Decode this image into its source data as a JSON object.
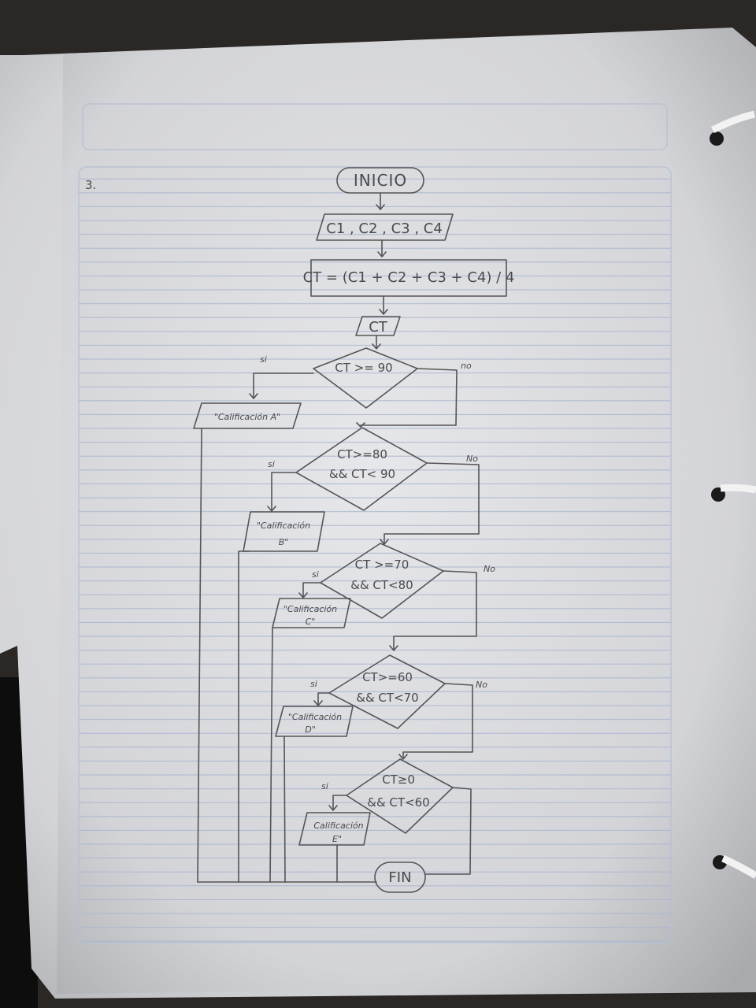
{
  "exercise_number": "3.",
  "start": "INICIO",
  "input": "C1 , C2 , C3 , C4",
  "process": "CT = (C1 + C2 + C3 + C4) / 4",
  "output": "CT",
  "decisions": [
    {
      "line1": "CT >= 90",
      "line2": "",
      "yes": "si",
      "no": "no",
      "result": "\"Calificación A\""
    },
    {
      "line1": "CT>=80",
      "line2": "&& CT< 90",
      "yes": "si",
      "no": "No",
      "result_line1": "\"Calificación",
      "result_line2": "B\""
    },
    {
      "line1": "CT >=70",
      "line2": "&& CT<80",
      "yes": "si",
      "no": "No",
      "result_line1": "\"Calificación",
      "result_line2": "C\""
    },
    {
      "line1": "CT>=60",
      "line2": "&& CT<70",
      "yes": "si",
      "no": "No",
      "result_line1": "\"Calificación",
      "result_line2": "D\""
    },
    {
      "line1": "CT≥0",
      "line2": "&& CT<60",
      "yes": "si",
      "result_line1": "Calificación",
      "result_line2": "E\""
    }
  ],
  "end": "FIN",
  "colors": {
    "paper": "#dcdde0",
    "ink": "#555555",
    "rule_line": "#a9b6d0",
    "background": "#2a2724"
  }
}
